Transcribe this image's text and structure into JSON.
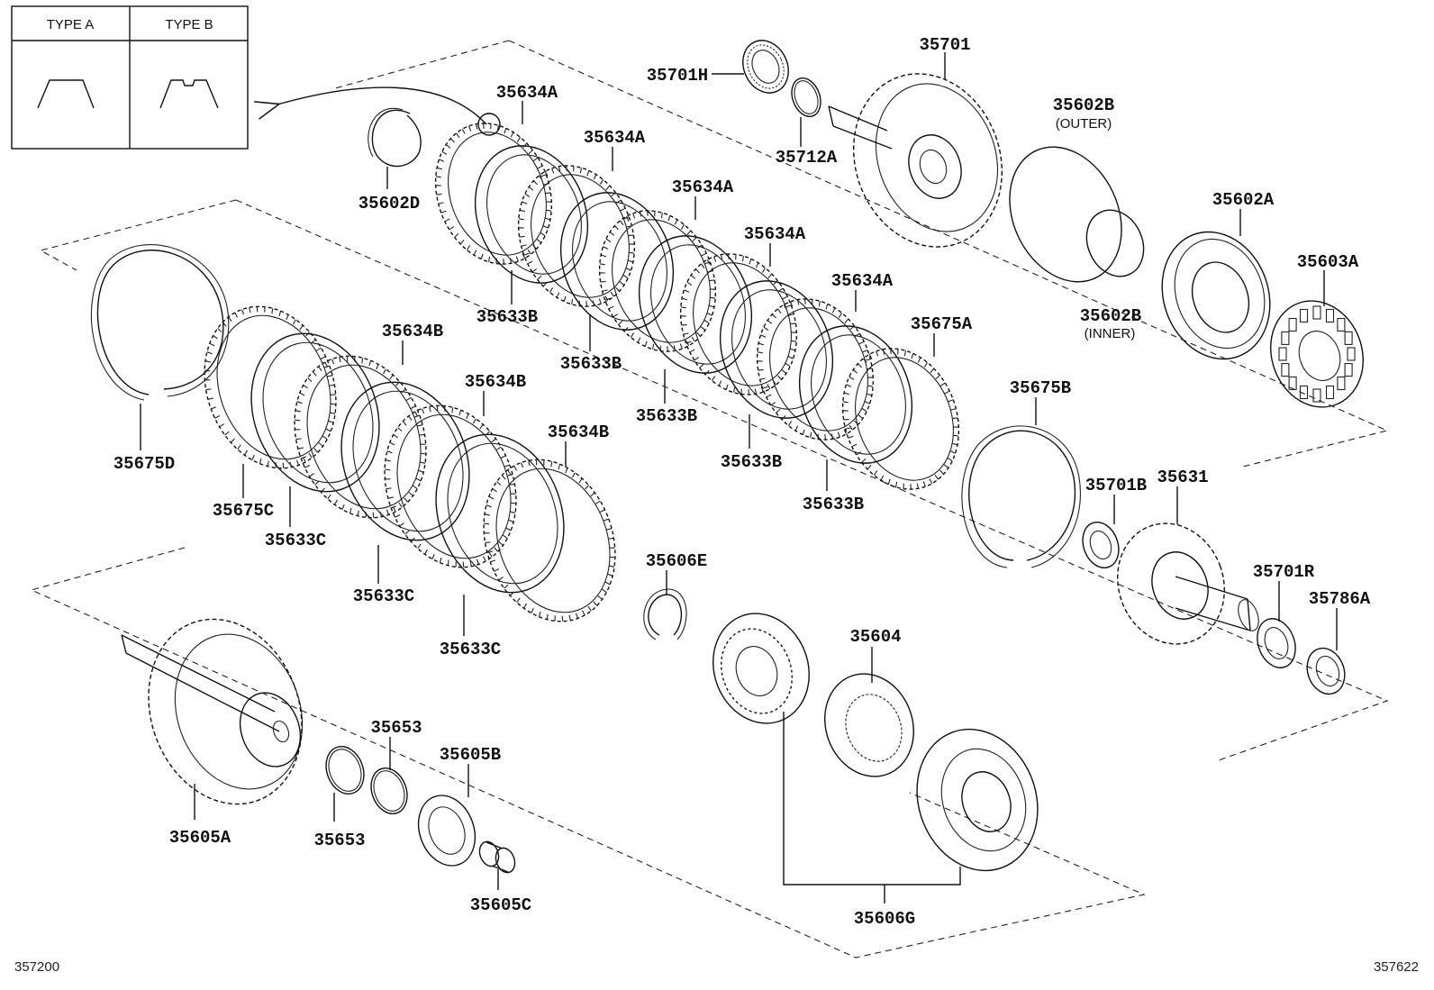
{
  "legend": {
    "type_a": "TYPE A",
    "type_b": "TYPE B"
  },
  "labels": [
    {
      "id": "l35701H",
      "text": "35701H"
    },
    {
      "id": "l35701",
      "text": "35701"
    },
    {
      "id": "l35634A_1",
      "text": "35634A"
    },
    {
      "id": "l35634A_2",
      "text": "35634A"
    },
    {
      "id": "l35634A_3",
      "text": "35634A"
    },
    {
      "id": "l35634A_4",
      "text": "35634A"
    },
    {
      "id": "l35634A_5",
      "text": "35634A"
    },
    {
      "id": "l35712A",
      "text": "35712A"
    },
    {
      "id": "l35602B_o",
      "text": "35602B"
    },
    {
      "id": "l35602D",
      "text": "35602D"
    },
    {
      "id": "l35602A",
      "text": "35602A"
    },
    {
      "id": "l35603A",
      "text": "35603A"
    },
    {
      "id": "l35602B_i",
      "text": "35602B"
    },
    {
      "id": "l35633B_1",
      "text": "35633B"
    },
    {
      "id": "l35633B_2",
      "text": "35633B"
    },
    {
      "id": "l35633B_3",
      "text": "35633B"
    },
    {
      "id": "l35633B_4",
      "text": "35633B"
    },
    {
      "id": "l35633B_5",
      "text": "35633B"
    },
    {
      "id": "l35675A",
      "text": "35675A"
    },
    {
      "id": "l35675B",
      "text": "35675B"
    },
    {
      "id": "l35634B_1",
      "text": "35634B"
    },
    {
      "id": "l35634B_2",
      "text": "35634B"
    },
    {
      "id": "l35634B_3",
      "text": "35634B"
    },
    {
      "id": "l35675D",
      "text": "35675D"
    },
    {
      "id": "l35675C",
      "text": "35675C"
    },
    {
      "id": "l35633C_1",
      "text": "35633C"
    },
    {
      "id": "l35633C_2",
      "text": "35633C"
    },
    {
      "id": "l35633C_3",
      "text": "35633C"
    },
    {
      "id": "l35701B",
      "text": "35701B"
    },
    {
      "id": "l35631",
      "text": "35631"
    },
    {
      "id": "l35606E",
      "text": "35606E"
    },
    {
      "id": "l35701R",
      "text": "35701R"
    },
    {
      "id": "l35786A",
      "text": "35786A"
    },
    {
      "id": "l35604",
      "text": "35604"
    },
    {
      "id": "l35653_t",
      "text": "35653"
    },
    {
      "id": "l35605B",
      "text": "35605B"
    },
    {
      "id": "l35605A",
      "text": "35605A"
    },
    {
      "id": "l35653_b",
      "text": "35653"
    },
    {
      "id": "l35605C",
      "text": "35605C"
    },
    {
      "id": "l35606G",
      "text": "35606G"
    }
  ],
  "sublabels": {
    "outer": "(OUTER)",
    "inner": "(INNER)"
  },
  "footer": {
    "left_code": "357200",
    "right_code": "357622"
  }
}
